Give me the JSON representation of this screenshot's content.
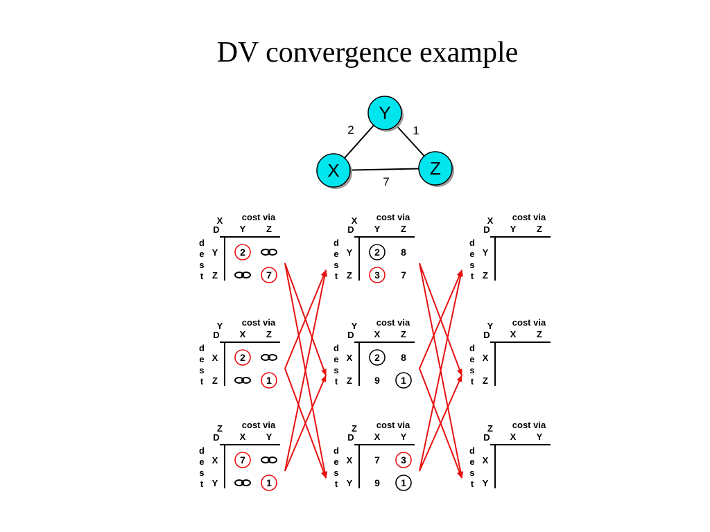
{
  "title": "DV convergence example",
  "topology": {
    "nodes": [
      {
        "id": "Y",
        "label": "Y",
        "color": "#00e5ee"
      },
      {
        "id": "X",
        "label": "X",
        "color": "#00e5ee"
      },
      {
        "id": "Z",
        "label": "Z",
        "color": "#00e5ee"
      }
    ],
    "edges": [
      {
        "from": "X",
        "to": "Y",
        "cost": "2"
      },
      {
        "from": "Y",
        "to": "Z",
        "cost": "1"
      },
      {
        "from": "X",
        "to": "Z",
        "cost": "7"
      }
    ]
  },
  "table_labels": {
    "cost_via": "cost via",
    "dest_letters": [
      "d",
      "e",
      "s",
      "t"
    ],
    "d_label": "D"
  },
  "colors": {
    "arrow": "#e81010",
    "circle_red": "#e81010",
    "circle_black": "#000000"
  },
  "tables": [
    {
      "node": "X",
      "cols": [
        "Y",
        "Z"
      ],
      "rows": [
        {
          "dest": "Y",
          "cells": [
            {
              "v": "2",
              "circle": "red"
            },
            {
              "v": "∞"
            }
          ]
        },
        {
          "dest": "Z",
          "cells": [
            {
              "v": "∞"
            },
            {
              "v": "7",
              "circle": "red"
            }
          ]
        }
      ]
    },
    {
      "node": "Y",
      "cols": [
        "X",
        "Z"
      ],
      "rows": [
        {
          "dest": "X",
          "cells": [
            {
              "v": "2",
              "circle": "red"
            },
            {
              "v": "∞"
            }
          ]
        },
        {
          "dest": "Z",
          "cells": [
            {
              "v": "∞"
            },
            {
              "v": "1",
              "circle": "red"
            }
          ]
        }
      ]
    },
    {
      "node": "Z",
      "cols": [
        "X",
        "Y"
      ],
      "rows": [
        {
          "dest": "X",
          "cells": [
            {
              "v": "7",
              "circle": "red"
            },
            {
              "v": "∞"
            }
          ]
        },
        {
          "dest": "Y",
          "cells": [
            {
              "v": "∞"
            },
            {
              "v": "1",
              "circle": "red"
            }
          ]
        }
      ]
    },
    {
      "node": "X",
      "cols": [
        "Y",
        "Z"
      ],
      "rows": [
        {
          "dest": "Y",
          "cells": [
            {
              "v": "2",
              "circle": "black"
            },
            {
              "v": "8"
            }
          ]
        },
        {
          "dest": "Z",
          "cells": [
            {
              "v": "3",
              "circle": "red"
            },
            {
              "v": "7"
            }
          ]
        }
      ]
    },
    {
      "node": "Y",
      "cols": [
        "X",
        "Z"
      ],
      "rows": [
        {
          "dest": "X",
          "cells": [
            {
              "v": "2",
              "circle": "black"
            },
            {
              "v": "8"
            }
          ]
        },
        {
          "dest": "Z",
          "cells": [
            {
              "v": "9"
            },
            {
              "v": "1",
              "circle": "black"
            }
          ]
        }
      ]
    },
    {
      "node": "Z",
      "cols": [
        "X",
        "Y"
      ],
      "rows": [
        {
          "dest": "X",
          "cells": [
            {
              "v": "7"
            },
            {
              "v": "3",
              "circle": "red"
            }
          ]
        },
        {
          "dest": "Y",
          "cells": [
            {
              "v": "9"
            },
            {
              "v": "1",
              "circle": "black"
            }
          ]
        }
      ]
    },
    {
      "node": "X",
      "cols": [
        "Y",
        "Z"
      ],
      "rows": [
        {
          "dest": "Y",
          "cells": [
            {
              "v": ""
            },
            {
              "v": ""
            }
          ]
        },
        {
          "dest": "Z",
          "cells": [
            {
              "v": ""
            },
            {
              "v": ""
            }
          ]
        }
      ]
    },
    {
      "node": "Y",
      "cols": [
        "X",
        "Z"
      ],
      "rows": [
        {
          "dest": "X",
          "cells": [
            {
              "v": ""
            },
            {
              "v": ""
            }
          ]
        },
        {
          "dest": "Z",
          "cells": [
            {
              "v": ""
            },
            {
              "v": ""
            }
          ]
        }
      ]
    },
    {
      "node": "Z",
      "cols": [
        "X",
        "Y"
      ],
      "rows": [
        {
          "dest": "X",
          "cells": [
            {
              "v": ""
            },
            {
              "v": ""
            }
          ]
        },
        {
          "dest": "Y",
          "cells": [
            {
              "v": ""
            },
            {
              "v": ""
            }
          ]
        }
      ]
    }
  ],
  "arrows": [
    {
      "from": 0,
      "to": 4
    },
    {
      "from": 0,
      "to": 5
    },
    {
      "from": 1,
      "to": 3
    },
    {
      "from": 1,
      "to": 5
    },
    {
      "from": 2,
      "to": 3
    },
    {
      "from": 2,
      "to": 4
    },
    {
      "from": 3,
      "to": 7
    },
    {
      "from": 3,
      "to": 8
    },
    {
      "from": 4,
      "to": 6
    },
    {
      "from": 4,
      "to": 8
    },
    {
      "from": 5,
      "to": 6
    },
    {
      "from": 5,
      "to": 7
    }
  ]
}
